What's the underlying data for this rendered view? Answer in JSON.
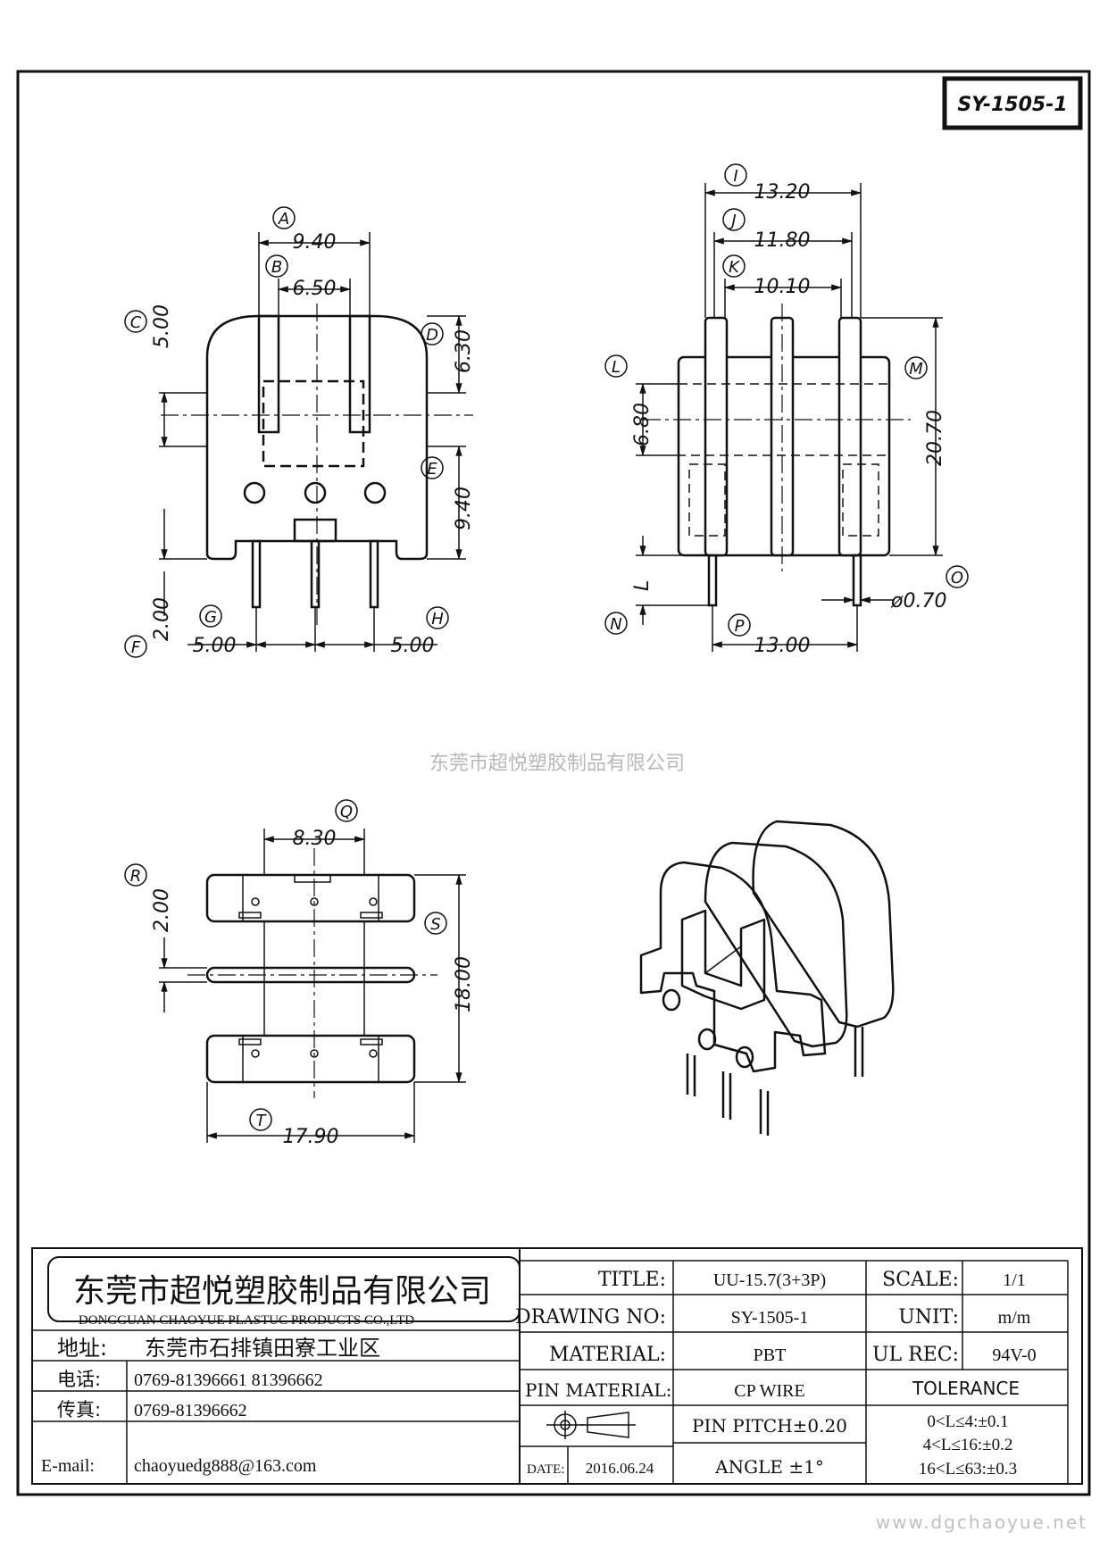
{
  "drawing_no_box": "SY-1505-1",
  "views": {
    "front": {
      "dims": {
        "a": "9.40",
        "b": "6.50",
        "c": "5.00",
        "d": "6.30",
        "e": "9.40",
        "f": "2.00",
        "g": "5.00",
        "h": "5.00"
      },
      "labels": {
        "a": "A",
        "b": "B",
        "c": "C",
        "d": "D",
        "e": "E",
        "f": "F",
        "g": "G",
        "h": "H"
      }
    },
    "side": {
      "dims": {
        "i": "13.20",
        "j": "11.80",
        "k": "10.10",
        "l": "6.80",
        "m": "20.70",
        "n": "L",
        "o": "ø0.70",
        "p": "13.00"
      },
      "labels": {
        "i": "I",
        "j": "J",
        "k": "K",
        "l": "L",
        "m": "M",
        "n": "N",
        "o": "O",
        "p": "P"
      }
    },
    "bottom": {
      "dims": {
        "q": "8.30",
        "r": "2.00",
        "s": "18.00",
        "t": "17.90"
      },
      "labels": {
        "q": "Q",
        "r": "R",
        "s": "S",
        "t": "T"
      }
    }
  },
  "watermark_center": "东莞市超悦塑胶制品有限公司",
  "watermark_footer": "www.dgchaoyue.net",
  "title_block": {
    "company_cn": "东莞市超悦塑胶制品有限公司",
    "company_en": "DONGGUAN CHAOYUE PLASTUC PRODUCTS CO.,LTD",
    "address_label": "地址:",
    "address": "东莞市石排镇田寮工业区",
    "phone_label": "电话:",
    "phone": "0769-81396661  81396662",
    "fax_label": "传真:",
    "fax": "0769-81396662",
    "email_label": "E-mail:",
    "email": "chaoyuedg888@163.com",
    "title_label": "TITLE:",
    "title": "UU-15.7(3+3P)",
    "drawing_no_label": "DRAWING NO:",
    "drawing_no": "SY-1505-1",
    "material_label": "MATERIAL:",
    "material": "PBT",
    "pin_material_label": "PIN MATERIAL:",
    "pin_material": "CP WIRE",
    "pin_pitch": "PIN PITCH±0.20",
    "angle": "ANGLE  ±1°",
    "date_label": "DATE:",
    "date": "2016.06.24",
    "scale_label": "SCALE:",
    "scale": "1/1",
    "unit_label": "UNIT:",
    "unit": "m/m",
    "ul_label": "UL REC:",
    "ul": "94V-0",
    "tolerance_label": "TOLERANCE",
    "tolerances": [
      "0<L≤4:±0.1",
      "4<L≤16:±0.2",
      "16<L≤63:±0.3"
    ]
  }
}
